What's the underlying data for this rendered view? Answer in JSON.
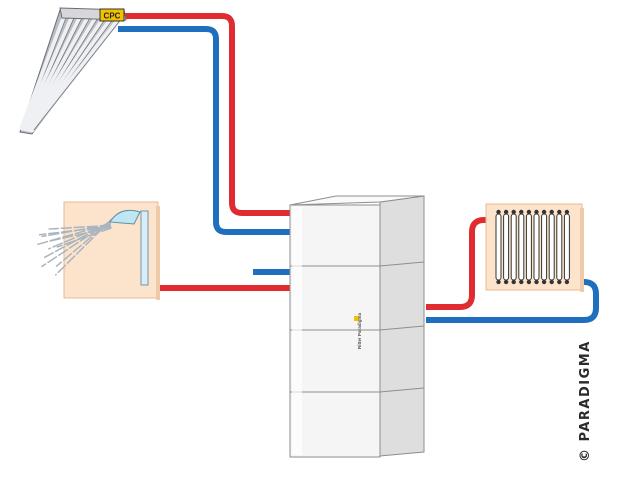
{
  "copyright": "© PARADIGMA",
  "unit_brand": "Ritter Paradigma",
  "collector_badge": "CPC",
  "colors": {
    "hot_pipe": "#e02c30",
    "cold_pipe": "#1f6fbf",
    "panel_bg": "#fce3cc",
    "panel_border": "#e9b892",
    "unit_body": "#f3f3f3",
    "unit_lines": "#8e8e8e",
    "badge_yellow": "#f2c200"
  },
  "components": [
    "solar-collector",
    "shower",
    "heating-unit",
    "radiator"
  ],
  "icons": [
    "solar-collector-icon",
    "shower-icon",
    "radiator-icon",
    "brand-logo-icon"
  ]
}
